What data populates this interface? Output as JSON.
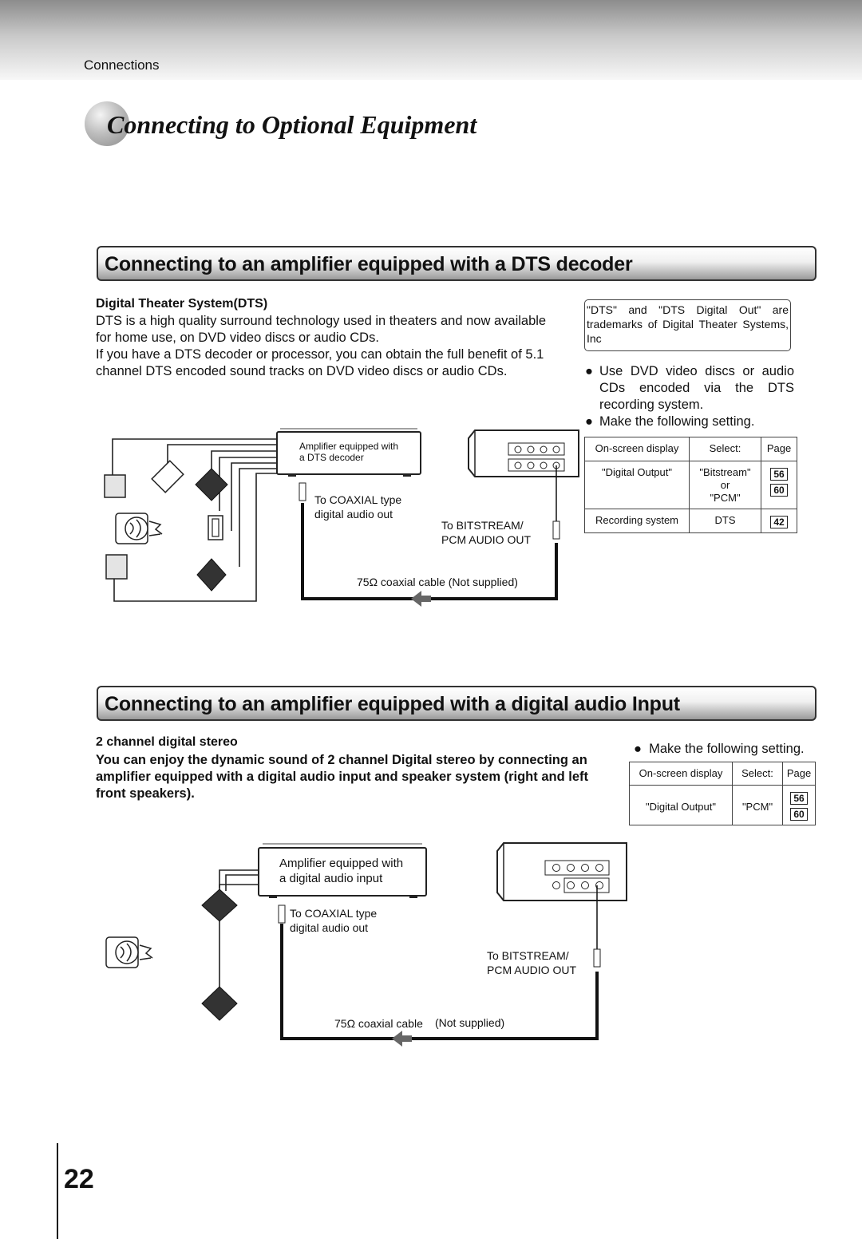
{
  "header": {
    "section": "Connections",
    "title": "Connecting to Optional Equipment"
  },
  "sec1": {
    "heading": "Connecting to an amplifier equipped with a DTS decoder",
    "subhead": "Digital Theater System(DTS)",
    "para1_l1": "DTS is a high quality surround technology used in theaters and now available",
    "para1_l2": "for home use, on DVD video discs or audio CDs.",
    "para2_l1": "If you have a DTS decoder or processor, you can obtain the full benefit of 5.1",
    "para2_l2": "channel DTS encoded sound tracks on DVD video discs or audio CDs.",
    "trademark": "\"DTS\" and \"DTS Digital Out\" are trademarks of Digital Theater Systems, Inc",
    "bullet1": "Use DVD video discs or audio CDs encoded via the DTS recording system.",
    "bullet2": "Make the following setting.",
    "table": {
      "h1": "On-screen display",
      "h2": "Select:",
      "h3": "Page",
      "r1c1": "\"Digital Output\"",
      "r1c2a": "\"Bitstream\"",
      "r1c2b": "or",
      "r1c2c": "\"PCM\"",
      "r1p1": "56",
      "r1p2": "60",
      "r2c1": "Recording system",
      "r2c2": "DTS",
      "r2p1": "42"
    },
    "diagram": {
      "amp_l1": "Amplifier equipped with",
      "amp_l2": "a DTS decoder",
      "coax_l1": "To COAXIAL type",
      "coax_l2": "digital audio out",
      "bit_l1": "To BITSTREAM/",
      "bit_l2": "PCM AUDIO OUT",
      "cable": "75Ω coaxial cable (Not supplied)"
    }
  },
  "sec2": {
    "heading": "Connecting to an amplifier equipped with a digital audio Input",
    "subhead": "2 channel digital stereo",
    "para_l1": "You can enjoy the dynamic sound of 2 channel Digital stereo by connecting an",
    "para_l2": "amplifier equipped with a digital audio input and speaker system (right and left",
    "para_l3": "front speakers).",
    "bullet": "Make the following setting.",
    "table": {
      "h1": "On-screen display",
      "h2": "Select:",
      "h3": "Page",
      "r1c1": "\"Digital Output\"",
      "r1c2": "\"PCM\"",
      "r1p1": "56",
      "r1p2": "60"
    },
    "diagram": {
      "amp_l1": "Amplifier equipped with",
      "amp_l2": "a digital audio input",
      "coax_l1": "To COAXIAL type",
      "coax_l2": "digital audio out",
      "bit_l1": "To BITSTREAM/",
      "bit_l2": "PCM AUDIO OUT",
      "cable_a": "75Ω coaxial cable",
      "cable_b": "(Not supplied)"
    }
  },
  "footer": {
    "page_number": "22"
  }
}
